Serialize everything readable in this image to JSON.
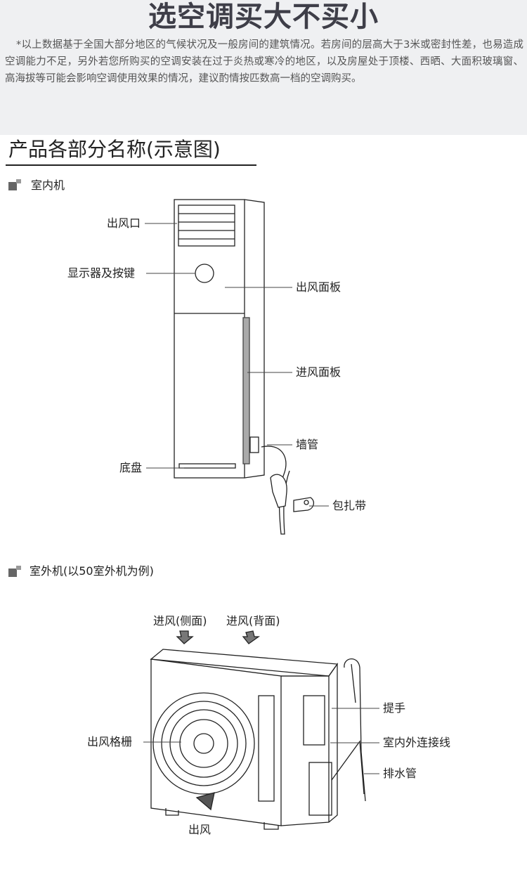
{
  "header": {
    "title": "选空调买大不买小",
    "note": "*以上数据基于全国大部分地区的气候状况及一般房间的建筑情况。若房间的层高大于3米或密封性差，也易造成空调能力不足，另外若您所购买的空调安装在过于炎热或寒冷的地区，以及房屋处于顶楼、西晒、大面积玻璃窗、高海拔等可能会影响空调使用效果的情况，建议酌情按匹数高一档的空调购买。"
  },
  "section": {
    "title": "产品各部分名称(示意图)"
  },
  "indoor": {
    "title": "室内机",
    "labels": {
      "outlet": "出风口",
      "display": "显示器及按键",
      "outlet_panel": "出风面板",
      "inlet_panel": "进风面板",
      "wall_pipe": "墙管",
      "base": "底盘",
      "strap": "包扎带"
    }
  },
  "outdoor": {
    "title": "室外机(以50室外机为例)",
    "labels": {
      "inlet_side": "进风(侧面)",
      "inlet_back": "进风(背面)",
      "handle": "提手",
      "connect": "室内外连接线",
      "drain": "排水管",
      "grille": "出风格栅",
      "outlet": "出风"
    }
  }
}
